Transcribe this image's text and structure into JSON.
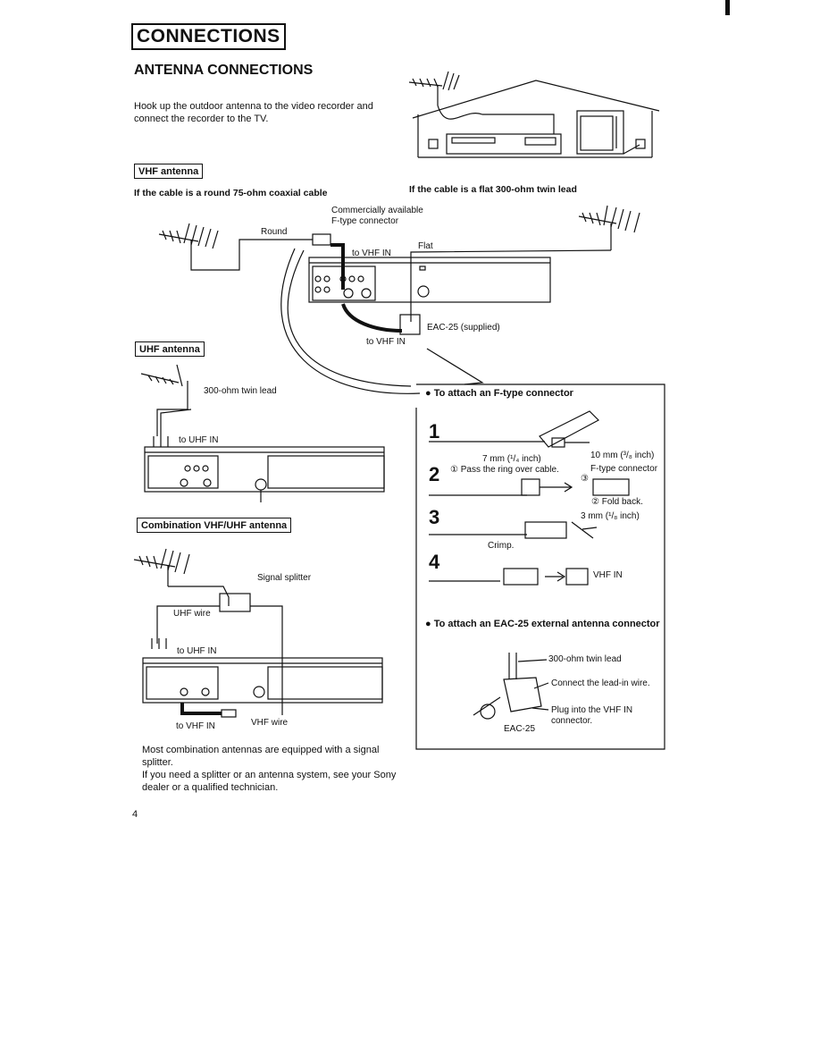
{
  "header": {
    "title": "CONNECTIONS"
  },
  "section": {
    "title": "ANTENNA CONNECTIONS",
    "intro": "Hook up the outdoor antenna to the video recorder and connect the recorder to the TV."
  },
  "vhf": {
    "tag": "VHF antenna",
    "round_heading": "If the cable is a round 75-ohm coaxial cable",
    "flat_heading": "If the cable is a flat 300-ohm twin lead",
    "commercially": "Commercially available",
    "ftype": "F-type connector",
    "round": "Round",
    "to_vhf_in_1": "to VHF IN",
    "flat": "Flat",
    "eac": "EAC-25 (supplied)",
    "to_vhf_in_2": "to VHF IN"
  },
  "uhf": {
    "tag": "UHF antenna",
    "twin_lead": "300-ohm twin lead",
    "to_uhf_in": "to UHF IN"
  },
  "combo": {
    "tag": "Combination VHF/UHF antenna",
    "splitter": "Signal splitter",
    "uhf_wire": "UHF wire",
    "to_uhf_in": "to UHF IN",
    "to_vhf_in": "to VHF IN",
    "vhf_wire": "VHF wire"
  },
  "ftype_box": {
    "title": "To attach an F-type connector",
    "steps": [
      {
        "num": "1",
        "a": "7 mm (¹/₄ inch)",
        "b": "10 mm (³/₈ inch)"
      },
      {
        "num": "2",
        "a": "① Pass the ring over cable.",
        "b": "F-type connector",
        "c": "③",
        "d": "② Fold back."
      },
      {
        "num": "3",
        "a": "3 mm (¹/₈ inch)",
        "b": "Crimp."
      },
      {
        "num": "4",
        "a": "VHF IN"
      }
    ],
    "eac_title": "To attach an EAC-25 external antenna connector",
    "eac_twin": "300-ohm twin lead",
    "eac_connect": "Connect the lead-in wire.",
    "eac_plug1": "Plug into the VHF IN",
    "eac_plug2": "connector.",
    "eac_name": "EAC-25"
  },
  "note": {
    "line1": "Most combination antennas are equipped with a signal splitter.",
    "line2": "If you need a splitter or an antenna system, see your Sony dealer or a qualified technician."
  },
  "page_number": "4"
}
